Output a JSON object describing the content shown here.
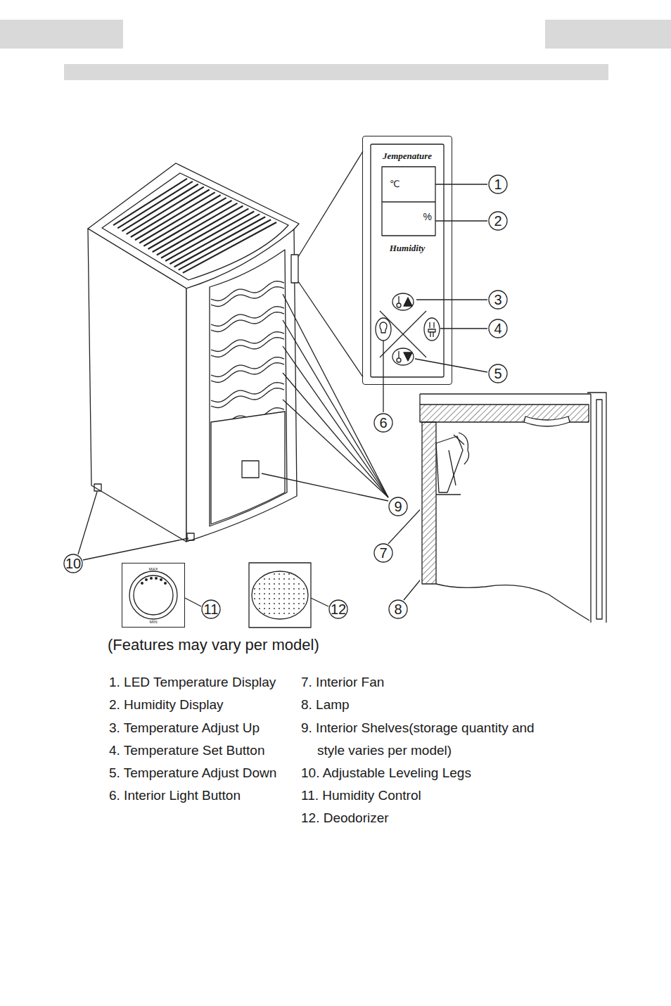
{
  "diagram": {
    "caption": "(Features may vary per model)",
    "nodes": [
      {
        "text": [
          "Jempenature",
          "Humidity"
        ]
      },
      {
        "text": [
          "℃"
        ],
        "in": 0
      },
      {
        "text": [
          "%"
        ],
        "in": 0
      },
      {
        "text": [
          "MAX",
          "MIN"
        ]
      }
    ],
    "labels": [
      "1",
      "2",
      "3",
      "4",
      "5",
      "6",
      "7",
      "8",
      "9",
      "10",
      "11",
      "12",
      "1. LED Temperature Display",
      "2. Humidity Display",
      "3. Temperature Adjust Up",
      "4. Temperature Set Button",
      "5. Temperature Adjust Down",
      "6. Interior Light Button",
      "7. Interior Fan",
      "8. Lamp",
      "9. Interior Shelves(storage quantity and style varies per model)",
      "10. Adjustable Leveling Legs",
      "11. Humidity Control",
      "12. Deodorizer"
    ]
  }
}
